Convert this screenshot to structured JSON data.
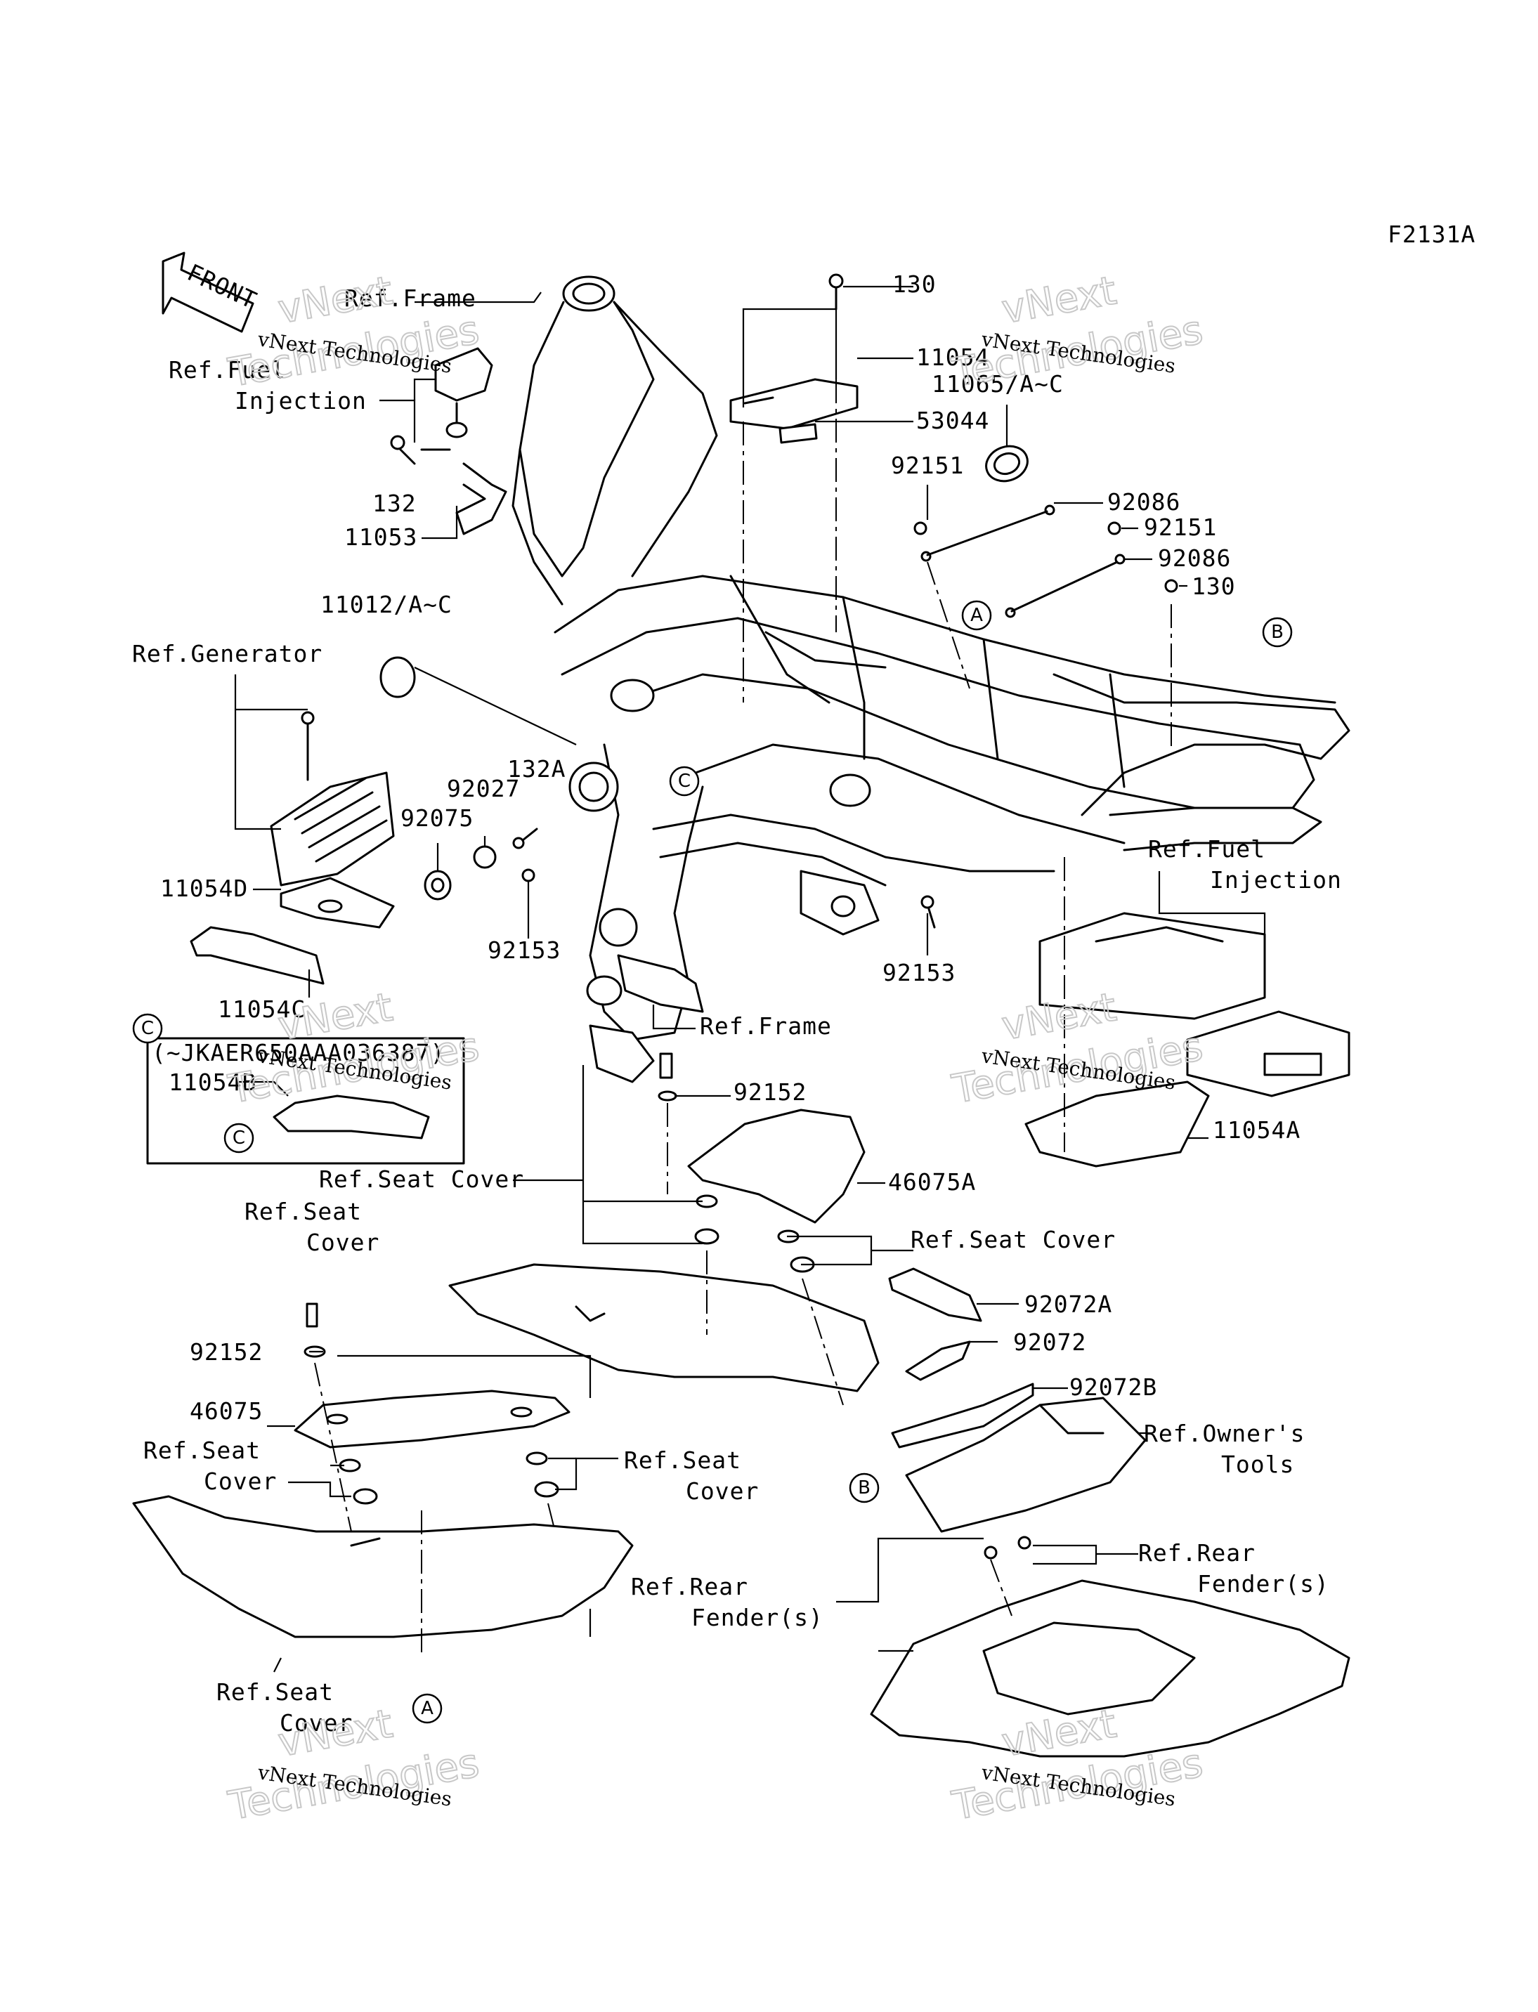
{
  "figure_code": "F2131A",
  "front_label": "FRONT",
  "watermark": {
    "company": "vNext Technologies",
    "big1": "vNext",
    "big2": "Technologies"
  },
  "callouts": {
    "A": "A",
    "B": "B",
    "C": "C"
  },
  "labels": {
    "ref_frame_top": "Ref.Frame",
    "ref_fuel_injection_left_1": "Ref.Fuel",
    "ref_fuel_injection_left_2": "Injection",
    "p132": "132",
    "p11053": "11053",
    "p11012": "11012/A~C",
    "ref_generator": "Ref.Generator",
    "p92027": "92027",
    "p132a": "132A",
    "p92075": "92075",
    "p11054d": "11054D",
    "p92153_left": "92153",
    "p11054c": "11054C",
    "serial_range": "(~JKAER650AAA036387)",
    "p11054b": "11054B",
    "p130_top": "130",
    "p11054": "11054",
    "p11065": "11065/A~C",
    "p53044": "53044",
    "p92151_a": "92151",
    "p92086_a": "92086",
    "p92151_b": "92151",
    "p92086_b": "92086",
    "p130_right": "130",
    "ref_fuel_injection_right_1": "Ref.Fuel",
    "ref_fuel_injection_right_2": "Injection",
    "p92153_right": "92153",
    "ref_frame_bottom": "Ref.Frame",
    "p11054a": "11054A",
    "p92152_top": "92152",
    "p46075a": "46075A",
    "ref_seat_cover_center": "Ref.Seat Cover",
    "ref_seat_cover_right": "Ref.Seat Cover",
    "ref_seat_cover_left_1": "Ref.Seat",
    "ref_seat_cover_left_2": "Cover",
    "p92072a": "92072A",
    "p92072": "92072",
    "p92072b": "92072B",
    "ref_owners_tools_1": "Ref.Owner's",
    "ref_owners_tools_2": "Tools",
    "p92152_left": "92152",
    "p46075": "46075",
    "ref_seat_cover_lower_left_1": "Ref.Seat",
    "ref_seat_cover_lower_left_2": "Cover",
    "ref_seat_cover_lower_mid_1": "Ref.Seat",
    "ref_seat_cover_lower_mid_2": "Cover",
    "ref_rear_fender_right_1": "Ref.Rear",
    "ref_rear_fender_right_2": "Fender(s)",
    "ref_rear_fender_mid_1": "Ref.Rear",
    "ref_rear_fender_mid_2": "Fender(s)",
    "ref_seat_cover_bottom_1": "Ref.Seat",
    "ref_seat_cover_bottom_2": "Cover"
  }
}
